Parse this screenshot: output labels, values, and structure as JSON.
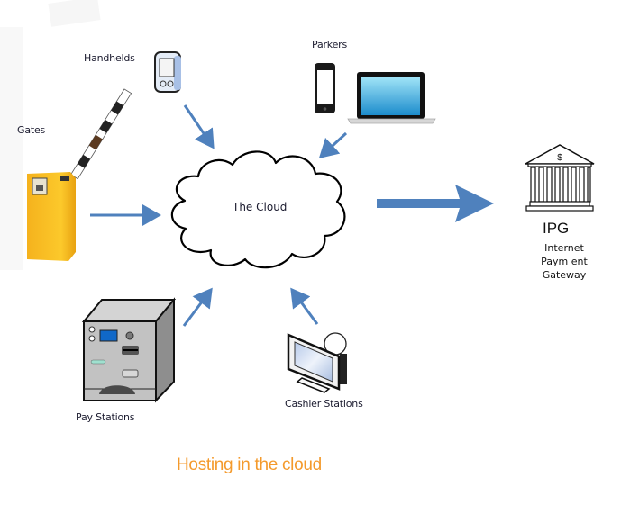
{
  "diagram": {
    "title": "Hosting in the cloud",
    "title_color": "#f49a2c",
    "arrow_color": "#4f81bd",
    "center": {
      "label": "The Cloud",
      "icon": "cloud-icon"
    },
    "sources": [
      {
        "id": "handhelds",
        "label": "Handhelds",
        "icon": "handheld-device-icon"
      },
      {
        "id": "parkers",
        "label": "Parkers",
        "icon": "smartphone-laptop-icon"
      },
      {
        "id": "gates",
        "label": "Gates",
        "icon": "barrier-gate-icon"
      },
      {
        "id": "pay-stations",
        "label": "Pay Stations",
        "icon": "pay-station-kiosk-icon"
      },
      {
        "id": "cashier-stations",
        "label": "Cashier Stations",
        "icon": "monitor-icon"
      }
    ],
    "target": {
      "abbr": "IPG",
      "lines": [
        "Internet",
        "Paym ent",
        "Gateway"
      ],
      "icon": "bank-building-icon",
      "symbol": "$"
    },
    "edges": [
      {
        "from": "handhelds",
        "to": "cloud"
      },
      {
        "from": "parkers",
        "to": "cloud"
      },
      {
        "from": "gates",
        "to": "cloud"
      },
      {
        "from": "pay-stations",
        "to": "cloud"
      },
      {
        "from": "cashier-stations",
        "to": "cloud"
      },
      {
        "from": "cloud",
        "to": "ipg"
      }
    ]
  }
}
